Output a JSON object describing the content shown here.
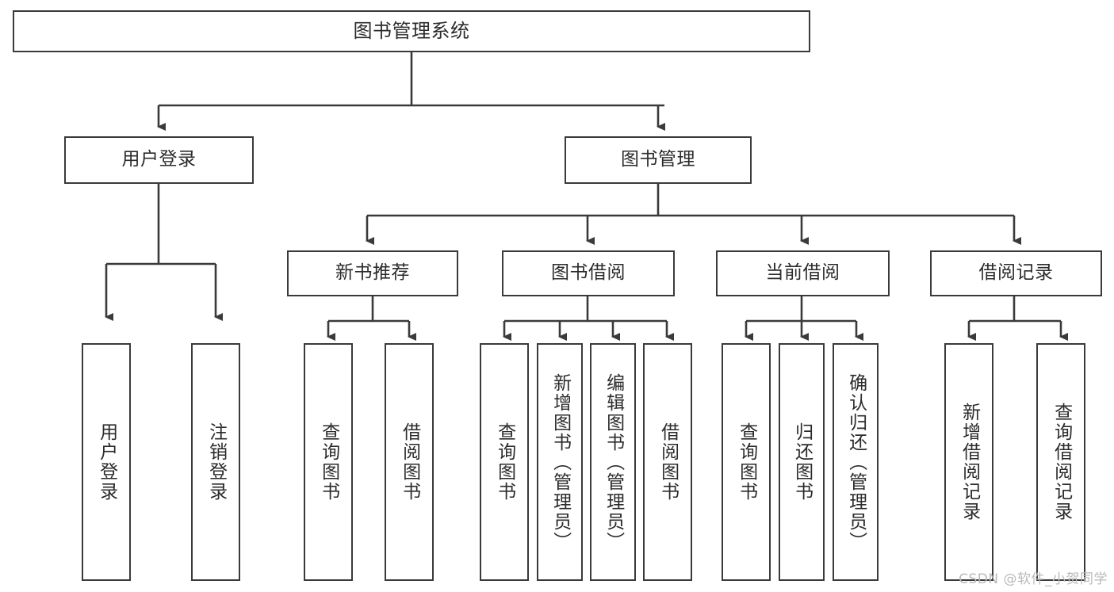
{
  "diagram": {
    "type": "tree",
    "title": "图书管理系统",
    "watermark": "CSDN @软件_小贺同学",
    "colors": {
      "stroke": "#3a3a3a",
      "fill": "#ffffff",
      "text": "#2b2b2b",
      "watermark": "#b9b9b9"
    },
    "nodes": {
      "root": {
        "label": "图书管理系统"
      },
      "level2": [
        {
          "label": "用户登录"
        },
        {
          "label": "图书管理"
        }
      ],
      "level3": [
        {
          "label": "新书推荐"
        },
        {
          "label": "图书借阅"
        },
        {
          "label": "当前借阅"
        },
        {
          "label": "借阅记录"
        }
      ],
      "leaves_user_login": [
        {
          "label": "用户登录"
        },
        {
          "label": "注销登录"
        }
      ],
      "leaves_new_book": [
        {
          "label": "查询图书"
        },
        {
          "label": "借阅图书"
        }
      ],
      "leaves_borrow": [
        {
          "label": "查询图书"
        },
        {
          "label": "新增图书（管理员）"
        },
        {
          "label": "编辑图书（管理员）"
        },
        {
          "label": "借阅图书"
        }
      ],
      "leaves_current": [
        {
          "label": "查询图书"
        },
        {
          "label": "归还图书"
        },
        {
          "label": "确认归还（管理员）"
        }
      ],
      "leaves_record": [
        {
          "label": "新增借阅记录"
        },
        {
          "label": "查询借阅记录"
        }
      ]
    }
  }
}
